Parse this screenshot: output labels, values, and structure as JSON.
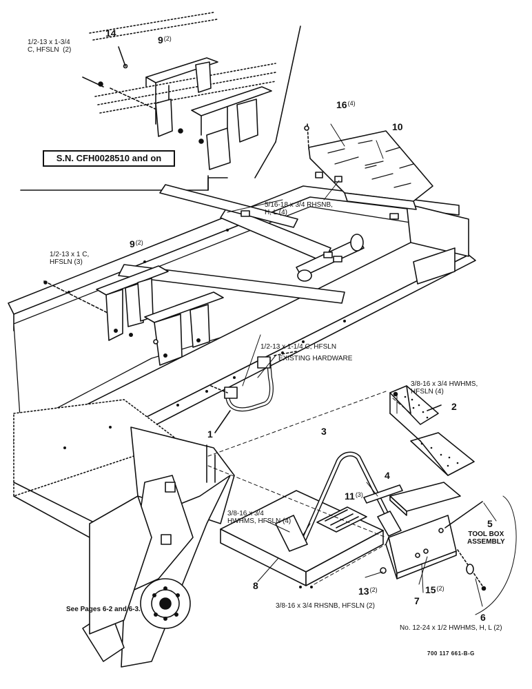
{
  "inset": {
    "serial_note": "S.N. CFH0028510 and on",
    "bolt_label": "1/2-13 x 1-3/4\nC, HFSLN  (2)",
    "callout_14": "14",
    "callout_9": "9",
    "callout_9_qty": "(2)"
  },
  "callouts": {
    "c1": "1",
    "c2": "2",
    "c3": "3",
    "c4": "4",
    "c5": "5",
    "c6": "6",
    "c7": "7",
    "c8": "8",
    "c9": "9",
    "c9_qty": "(2)",
    "c10": "10",
    "c11": "11",
    "c11_qty": "(3)",
    "c13": "13",
    "c13_qty": "(2)",
    "c15": "15",
    "c15_qty": "(2)",
    "c16": "16",
    "c16_qty": "(4)"
  },
  "hardware_labels": {
    "rhsnb_top": "5/16-18 x 3/4 RHSNB,\nH, L (4)",
    "bolt_1c": "1/2-13 x 1 C,\nHFSLN (3)",
    "bolt_1_1_4": "1/2-13 x 1-1/4 C, HFSLN",
    "existing": "EXISTING HARDWARE",
    "hwhms_step": "3/8-16 x 3/4 HWHMS,\nHFSLN (4)",
    "hwhms_platform": "3/8-16 x 3/4\nHWHMS, HFSLN (4)",
    "rhsnb_bottom": "3/8-16 x 3/4 RHSNB, HFSLN (2)",
    "tool_box": "TOOL BOX\nASSEMBLY",
    "no12": "No. 12-24 x 1/2 HWHMS, H, L (2)",
    "see_pages": "See Pages 6-2 and 6-3."
  },
  "drawing_code": "700 117 661-B-G"
}
